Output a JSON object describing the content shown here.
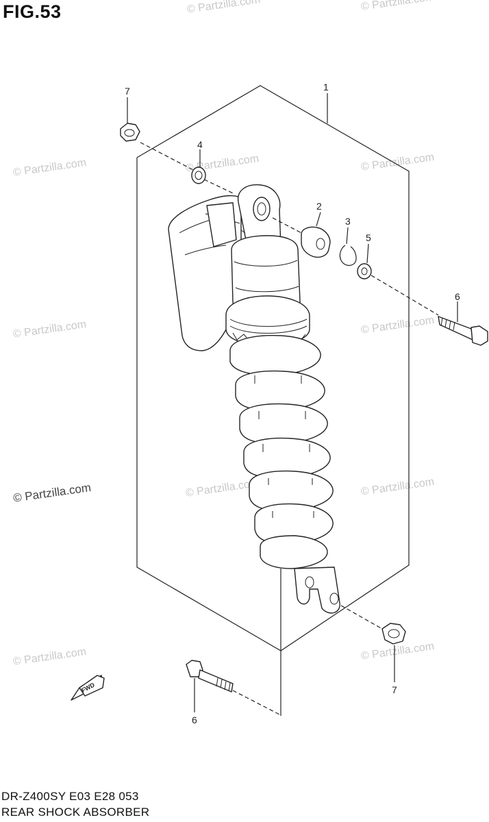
{
  "figure": {
    "title": "FIG.53",
    "model_code": "DR-Z400SY  E03  E28  053",
    "name": "REAR SHOCK ABSORBER"
  },
  "callouts": [
    "1",
    "2",
    "3",
    "4",
    "5",
    "6",
    "7",
    "6",
    "7"
  ],
  "fwd_label": "FWD",
  "watermark": "© Partzilla.com",
  "colors": {
    "line": "#222222",
    "watermark": "#c8c8c8"
  }
}
